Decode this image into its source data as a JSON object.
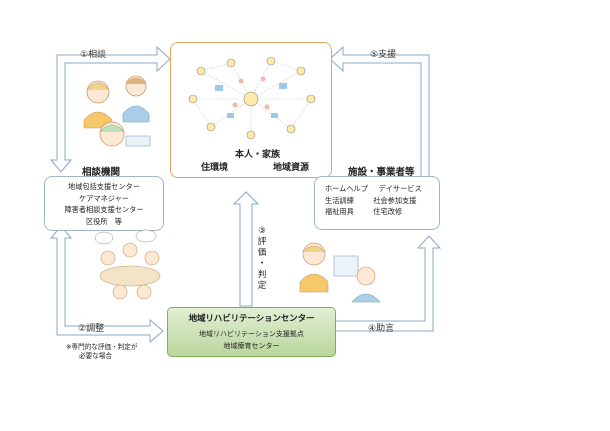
{
  "steps": {
    "consult": "①相談",
    "support": "⑤支援",
    "adjust": "②調整",
    "advice": "④助言",
    "evaluate": "③評価・判定"
  },
  "center": {
    "main": "本人・家族",
    "environment": "住環境",
    "resources": "地域資源"
  },
  "left_box": {
    "title": "相談機関",
    "items": [
      "地域包括支援センター",
      "ケアマネジャー",
      "障害者相談支援センター",
      "区役所　等"
    ]
  },
  "right_box": {
    "title": "施設・事業者等",
    "rows": [
      [
        "ホームヘルプ",
        "デイサービス"
      ],
      [
        "生活訓練",
        "社会参加支援"
      ],
      [
        "福祉用具",
        "住宅改修"
      ]
    ]
  },
  "green_box": {
    "title": "地域リハビリテーションセンター",
    "lines": [
      "地域リハビリテーション支援拠点",
      "地域療育センター"
    ]
  },
  "note": {
    "line1": "※専門的な評価・判定が",
    "line2": "必要な場合"
  },
  "colors": {
    "arrow_fill": "#ffffff",
    "arrow_stroke": "#8aa8c0",
    "center_border": "#e3a45e",
    "green_border": "#7fae5a",
    "box_border": "#9fb6c4"
  }
}
